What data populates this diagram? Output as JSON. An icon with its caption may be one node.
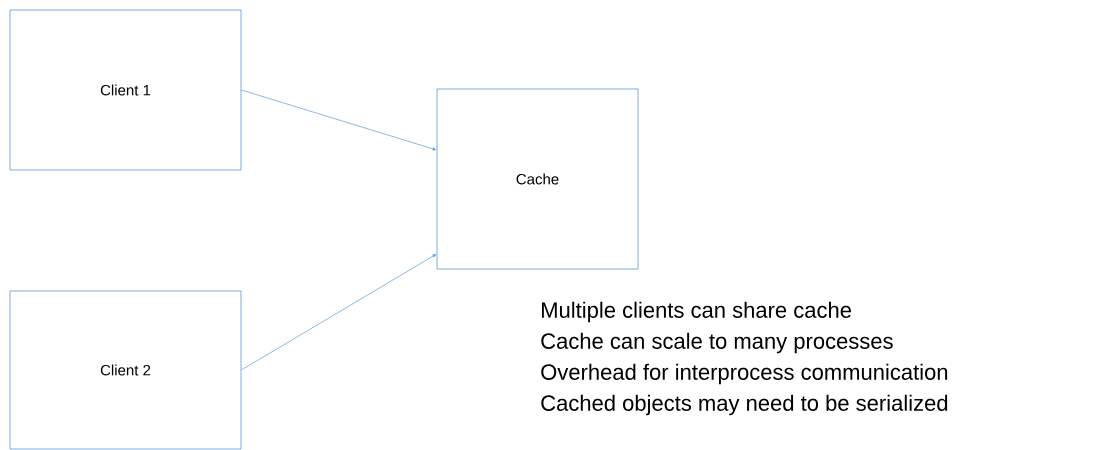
{
  "diagram": {
    "nodes": [
      {
        "text": [
          "Client 1"
        ]
      },
      {
        "text": [
          "Client 2"
        ]
      },
      {
        "text": [
          "Cache"
        ]
      }
    ],
    "edges": [
      {
        "from": 0,
        "to": 2,
        "arrow": "to"
      },
      {
        "from": 1,
        "to": 2,
        "arrow": "to"
      }
    ],
    "labels": [
      "Multiple clients can share cache",
      "Cache can scale to many processes",
      "Overhead for interprocess communication",
      "Cached objects may need to be serialized"
    ]
  }
}
